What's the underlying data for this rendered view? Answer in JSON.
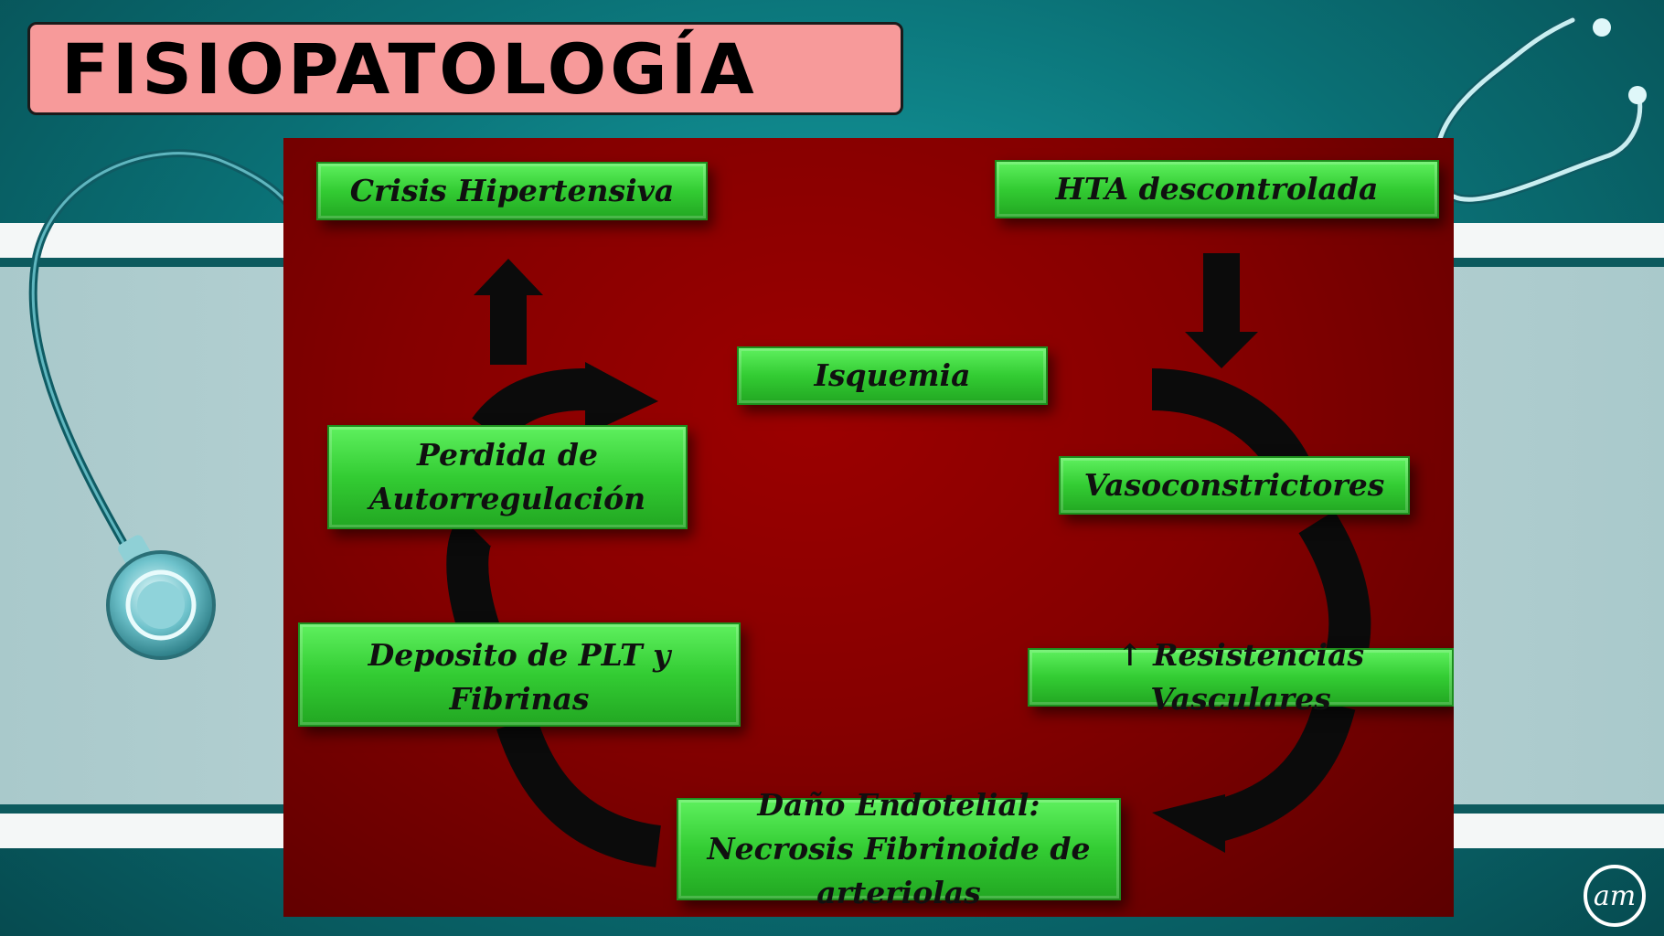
{
  "slide": {
    "title": "FISIOPATOLOGÍA",
    "logo_text": "am"
  },
  "colors": {
    "background_teal": "#0a6f74",
    "title_box": "#f79a9a",
    "diagram_red": "#850000",
    "node_green": "#33cc33",
    "arrow": "#0b0b0b"
  },
  "diagram": {
    "nodes": [
      {
        "id": "crisis",
        "label": "Crisis Hipertensiva"
      },
      {
        "id": "hta",
        "label": "HTA descontrolada"
      },
      {
        "id": "isquemia",
        "label": "Isquemia"
      },
      {
        "id": "perdida",
        "label": "Perdida de Autorregulación"
      },
      {
        "id": "vaso",
        "label": "Vasoconstrictores"
      },
      {
        "id": "deposito",
        "label": "Deposito de PLT y Fibrinas"
      },
      {
        "id": "resistencias",
        "label": "↑ Resistencias Vasculares"
      },
      {
        "id": "dano",
        "label": "Daño Endotelial: Necrosis Fibrinoide de arteriolas"
      }
    ]
  }
}
